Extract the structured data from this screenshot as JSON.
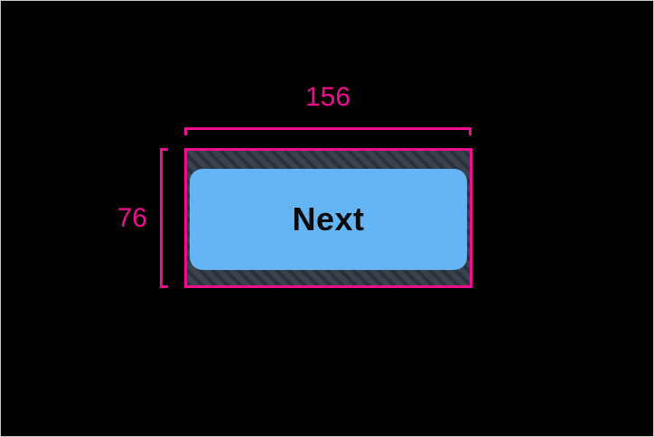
{
  "colors": {
    "accent": "#F10D92",
    "button_fill": "#64B5F6",
    "button_text": "#0A0A0A",
    "hatch_bg": "#3A434D",
    "hatch_stripe": "#2A313A",
    "canvas_bg": "#000000",
    "frame_border": "#C9C9C9"
  },
  "annotation": {
    "width_label": "156",
    "height_label": "76"
  },
  "button": {
    "label": "Next"
  }
}
